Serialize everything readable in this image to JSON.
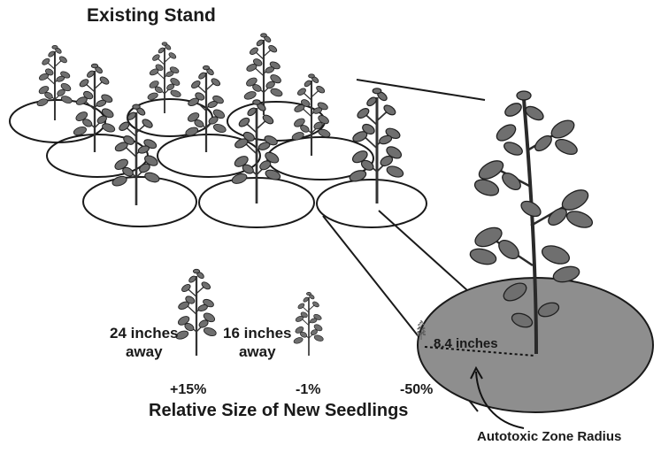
{
  "diagram": {
    "title": "Existing Stand",
    "distance_labels": [
      {
        "line1": "24 inches",
        "line2": "away"
      },
      {
        "line1": "16 inches",
        "line2": "away"
      }
    ],
    "percent_labels": [
      "+15%",
      "-1%",
      "-50%"
    ],
    "subtitle": "Relative Size of New Seedlings",
    "radius_label": "8.4 inches",
    "zone_label": "Autotoxic Zone Radius"
  },
  "colors": {
    "ink": "#1a1a1a",
    "zone_fill": "#8e8e8e",
    "leaf_fill": "#6f6f6f",
    "leaf_edge": "#222222"
  },
  "icons": [
    "alfalfa-plant-icon"
  ]
}
